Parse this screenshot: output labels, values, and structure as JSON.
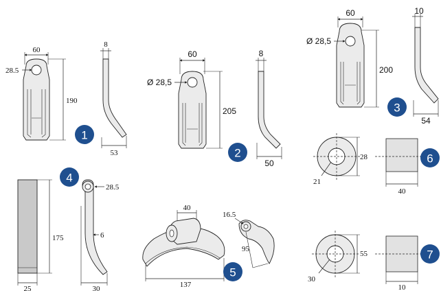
{
  "colors": {
    "badge": "#1f4f8f",
    "part_fill": "#ebebeb",
    "line": "#222222"
  },
  "part1": {
    "badge": "1",
    "width": "60",
    "hole": "28.5",
    "height": "190",
    "thickness": "8",
    "depth": "53"
  },
  "part2": {
    "badge": "2",
    "width": "60",
    "hole": "Ø 28,5",
    "height": "205",
    "thickness": "8",
    "depth": "50"
  },
  "part3": {
    "badge": "3",
    "width": "60",
    "hole": "Ø 28,5",
    "height": "200",
    "thickness": "10",
    "depth": "54"
  },
  "part4": {
    "badge": "4",
    "width": "25",
    "height": "175",
    "hole": "28.5",
    "thickness": "6",
    "depth": "30"
  },
  "part5": {
    "badge": "5",
    "width": "40",
    "length": "137",
    "hole": "16.5",
    "height": "95"
  },
  "part6": {
    "badge": "6",
    "inner": "21",
    "outer": "28",
    "length": "40"
  },
  "part7": {
    "badge": "7",
    "inner": "30",
    "outer": "55",
    "length": "10"
  }
}
